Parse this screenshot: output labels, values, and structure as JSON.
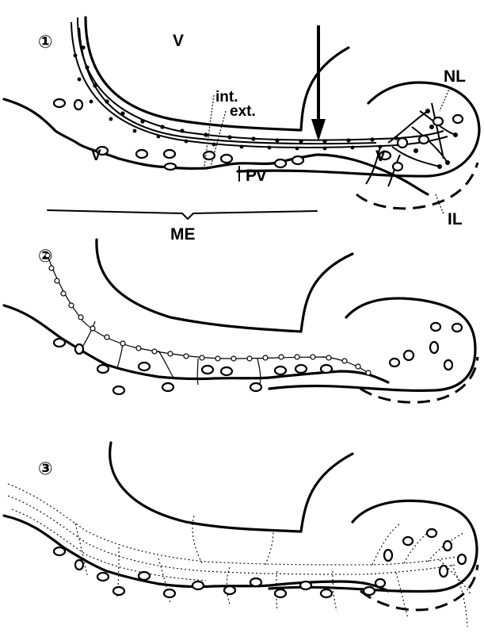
{
  "panels": [
    {
      "number": "①",
      "labels": {
        "ventricle": "V",
        "internal_zone": "int.",
        "external_zone": "ext.",
        "neural_lobe": "NL",
        "vessel_left": "V",
        "vessel_right": "V",
        "portal_vessels": "Pv",
        "median_eminence": "ME",
        "intermediate_lobe": "IL"
      }
    },
    {
      "number": "②"
    },
    {
      "number": "③"
    }
  ]
}
